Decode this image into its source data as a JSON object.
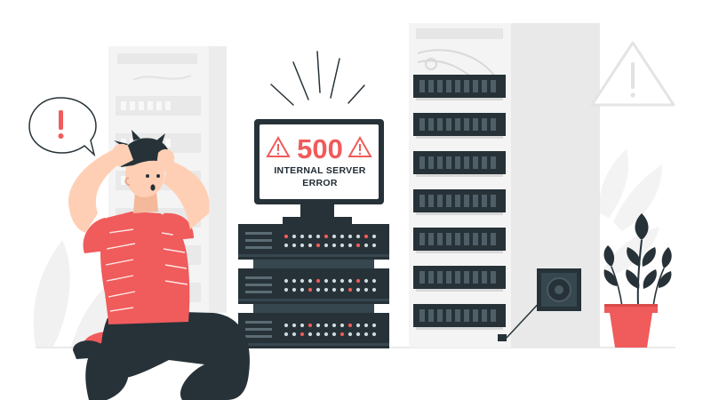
{
  "screen": {
    "error_code": "500",
    "error_line1": "INTERNAL SERVER",
    "error_line2": "ERROR"
  },
  "colors": {
    "accent_red": "#f05b5b",
    "dark": "#263238",
    "light_gray": "#f2f2f2",
    "mid_gray": "#e6e6e6"
  },
  "icons": [
    "warning-triangle-icon",
    "exclamation-bubble-icon",
    "fan-icon",
    "potted-plant-icon"
  ]
}
